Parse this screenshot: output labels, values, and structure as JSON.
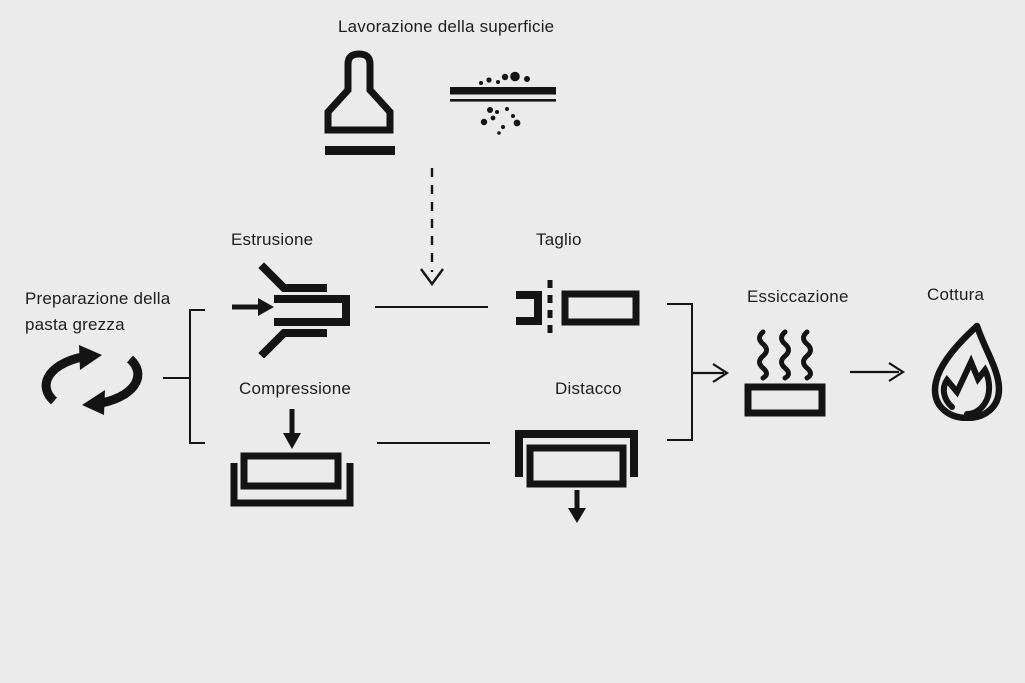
{
  "colors": {
    "bg": "#ebebeb",
    "ink": "#141414",
    "text": "#1d1d1b"
  },
  "diagram": {
    "title": "Lavorazione della superficie",
    "steps": {
      "preparation": {
        "label": "Preparazione della pasta grezza",
        "icon": "mixing-arrows"
      },
      "surface_tool_1": {
        "icon": "trowel"
      },
      "surface_tool_2": {
        "icon": "sanding-spray"
      },
      "extrusion": {
        "label": "Estrusione",
        "icon": "extruder-die"
      },
      "compression": {
        "label": "Compressione",
        "icon": "press-mold"
      },
      "cutting": {
        "label": "Taglio",
        "icon": "cut-wire"
      },
      "detachment": {
        "label": "Distacco",
        "icon": "demold"
      },
      "drying": {
        "label": "Essiccazione",
        "icon": "steam-brick"
      },
      "firing": {
        "label": "Cottura",
        "icon": "flame"
      }
    }
  }
}
